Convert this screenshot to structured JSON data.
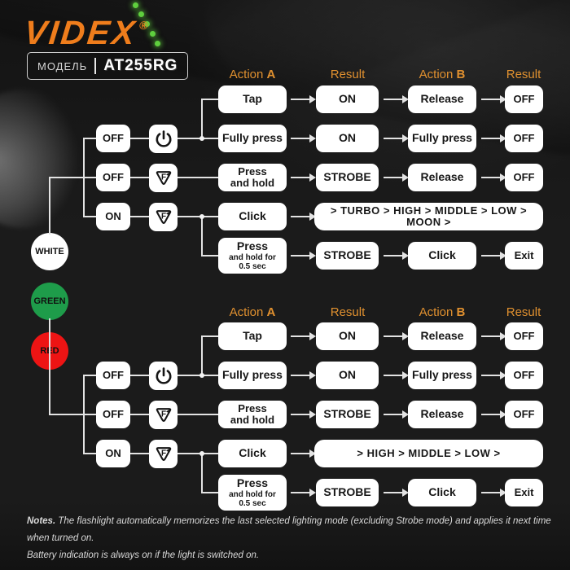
{
  "brand": {
    "logo_text": "VIDEX",
    "registered_mark": "®",
    "model_label": "МОДЕЛЬ",
    "model_value": "AT255RG"
  },
  "colors": {
    "background": "#1B1B1B",
    "accent_orange": "#EF7D1C",
    "header_orange": "#E0902F",
    "mode_green": "#1E9C4A",
    "mode_red": "#ED1414",
    "box_white": "#FFFFFF",
    "connector_gray": "#E3E3E3"
  },
  "modes": [
    {
      "label": "WHITE"
    },
    {
      "label": "GREEN"
    },
    {
      "label": "RED"
    }
  ],
  "state_labels": {
    "off": "OFF",
    "on": "ON"
  },
  "icons": {
    "power": "power-icon",
    "function": "function-button-icon"
  },
  "sections": [
    {
      "headers": {
        "action_a": "Action",
        "action_a_letter": "A",
        "result_1": "Result",
        "action_b": "Action",
        "action_b_letter": "B",
        "result_2": "Result"
      },
      "rows": [
        {
          "action": "Tap",
          "result": "ON",
          "action_b": "Release",
          "final": "OFF"
        },
        {
          "state": "OFF",
          "action": "Fully press",
          "result": "ON",
          "action_b": "Fully press",
          "final": "OFF"
        },
        {
          "state": "OFF",
          "action_line1": "Press",
          "action_line2": "and hold",
          "result": "STROBE",
          "action_b": "Release",
          "final": "OFF"
        },
        {
          "state": "ON",
          "action": "Click",
          "sequence": "> TURBO > HIGH > MIDDLE > LOW > MOON >"
        },
        {
          "action_line1": "Press",
          "action_line2": "and hold for",
          "action_line3": "0.5 sec",
          "result": "STROBE",
          "action_b": "Click",
          "final": "Exit"
        }
      ]
    },
    {
      "headers": {
        "action_a": "Action",
        "action_a_letter": "A",
        "result_1": "Result",
        "action_b": "Action",
        "action_b_letter": "B",
        "result_2": "Result"
      },
      "rows": [
        {
          "action": "Tap",
          "result": "ON",
          "action_b": "Release",
          "final": "OFF"
        },
        {
          "state": "OFF",
          "action": "Fully press",
          "result": "ON",
          "action_b": "Fully press",
          "final": "OFF"
        },
        {
          "state": "OFF",
          "action_line1": "Press",
          "action_line2": "and hold",
          "result": "STROBE",
          "action_b": "Release",
          "final": "OFF"
        },
        {
          "state": "ON",
          "action": "Click",
          "sequence": "> HIGH > MIDDLE > LOW >"
        },
        {
          "action_line1": "Press",
          "action_line2": "and hold for",
          "action_line3": "0.5 sec",
          "result": "STROBE",
          "action_b": "Click",
          "final": "Exit"
        }
      ]
    }
  ],
  "notes": {
    "label": "Notes.",
    "line1": "The flashlight automatically memorizes the last selected lighting mode (excluding Strobe mode) and applies it next time when turned on.",
    "line2": "Battery indication is always on if the light is switched on."
  }
}
